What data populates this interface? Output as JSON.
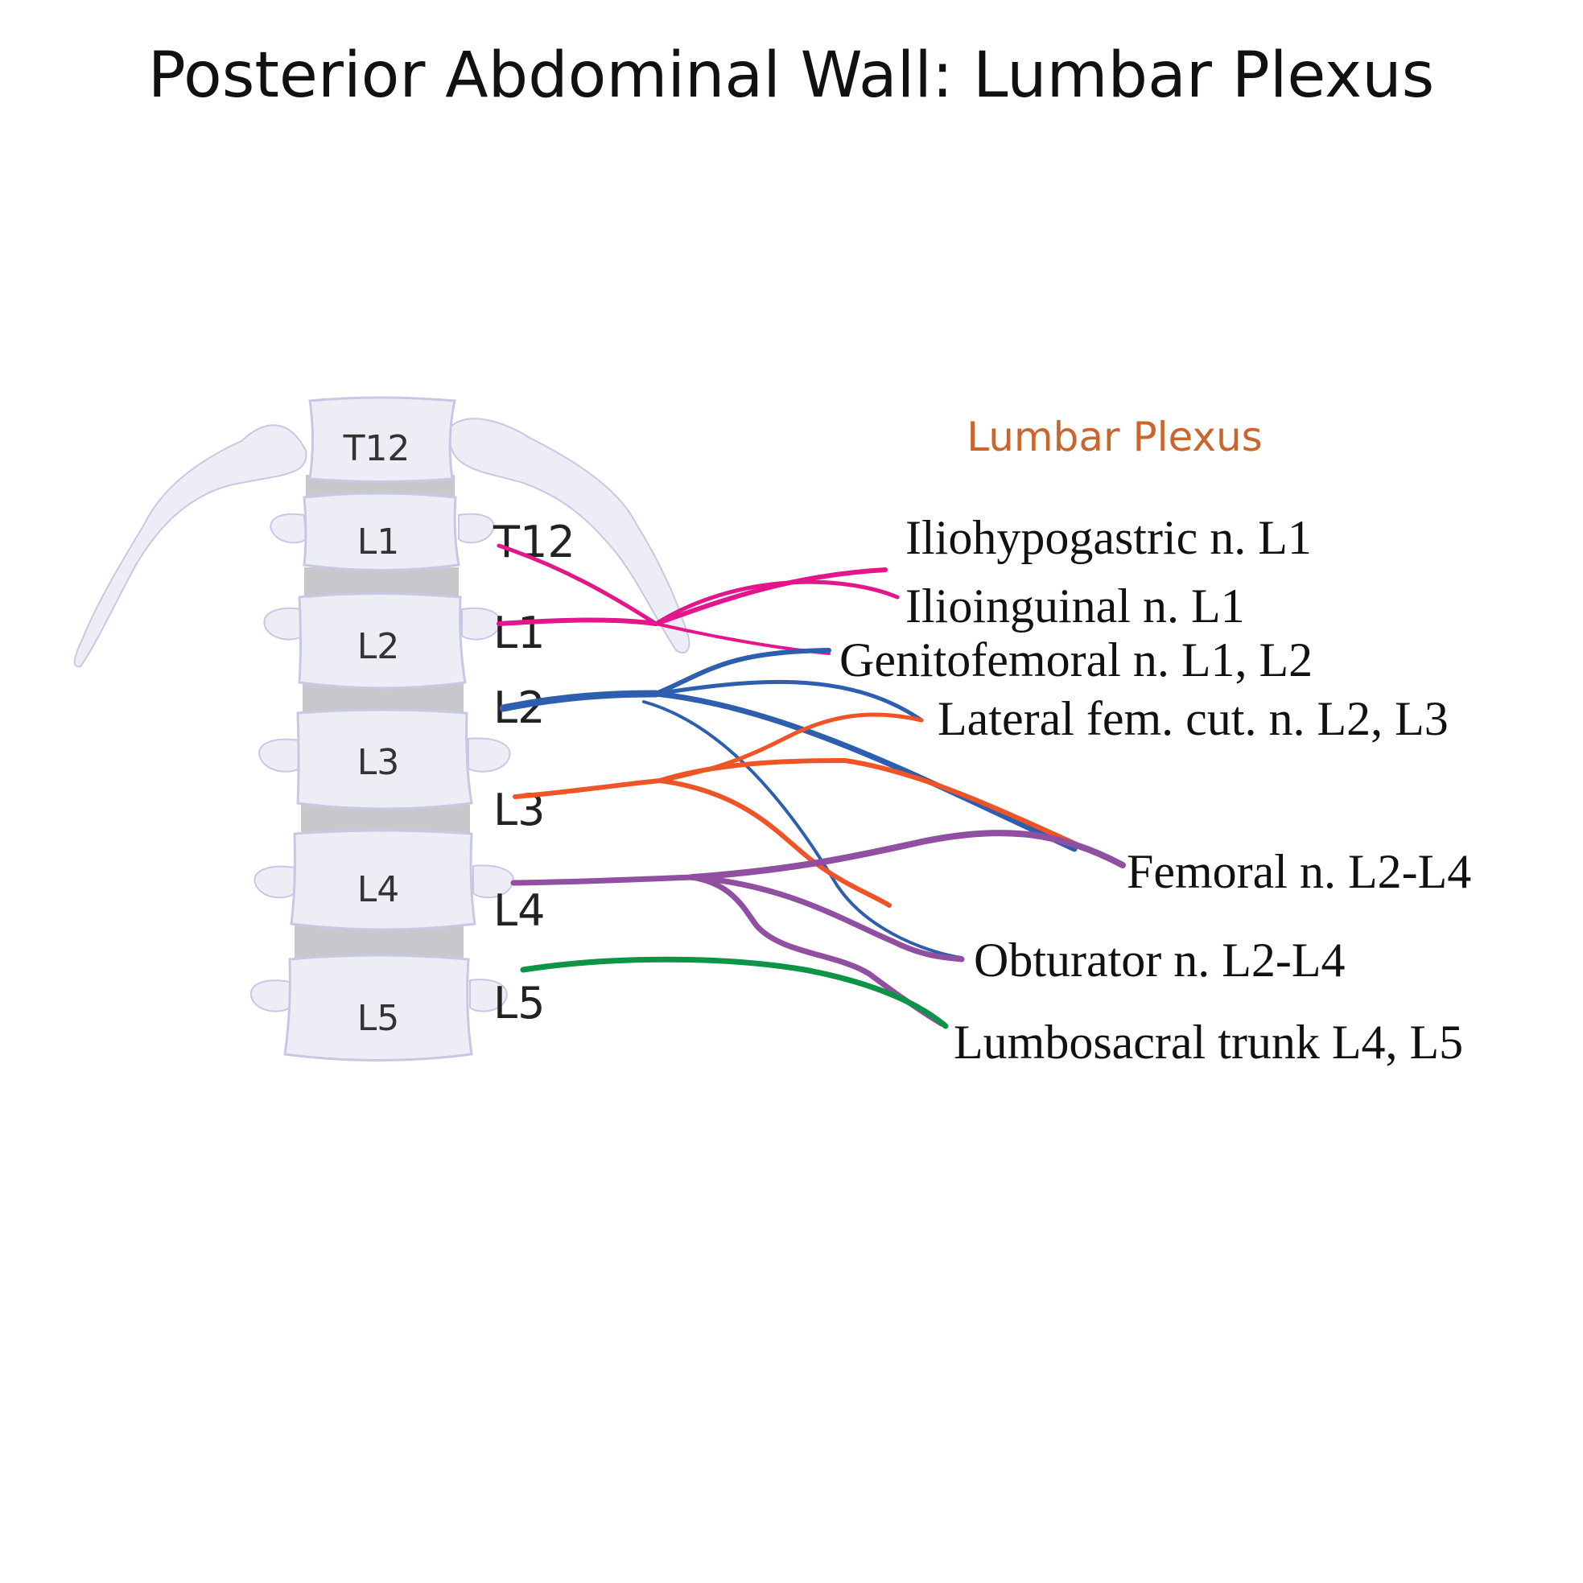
{
  "title": "Posterior Abdominal Wall: Lumbar Plexus",
  "plexus_heading": "Lumbar Plexus",
  "colors": {
    "heading": "#c9662d",
    "bone_fill": "#ededf6",
    "bone_stroke": "#c8c8e4",
    "disc": "#c8c8cc",
    "pink": "#e3168c",
    "blue": "#2d5fae",
    "orange": "#ee5425",
    "purple": "#914fa1",
    "green": "#0d9447"
  },
  "vertebrae": [
    "T12",
    "L1",
    "L2",
    "L3",
    "L4",
    "L5"
  ],
  "root_labels": [
    "T12",
    "L1",
    "L2",
    "L3",
    "L4",
    "L5"
  ],
  "nerves": [
    {
      "label": "Iliohypogastric n. L1",
      "color_key": "pink"
    },
    {
      "label": "Ilioinguinal n. L1",
      "color_key": "pink"
    },
    {
      "label": "Genitofemoral n. L1, L2",
      "color_key": "blue"
    },
    {
      "label": "Lateral fem. cut. n. L2, L3",
      "color_key": "orange"
    },
    {
      "label": "Femoral n. L2-L4",
      "color_key": "purple"
    },
    {
      "label": "Obturator n. L2-L4",
      "color_key": "purple"
    },
    {
      "label": "Lumbosacral trunk L4, L5",
      "color_key": "green"
    }
  ]
}
